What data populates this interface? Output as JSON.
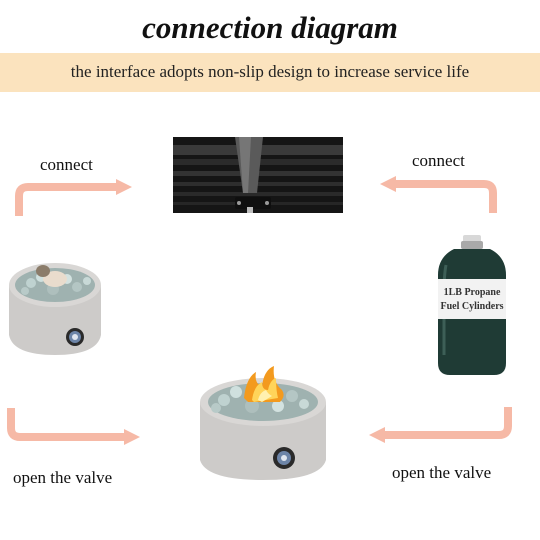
{
  "header": {
    "title": "connection diagram",
    "subtitle": "the interface adopts non-slip design to increase service life",
    "band_color": "#fbe3be"
  },
  "steps": {
    "connect_left": "connect",
    "connect_right": "connect",
    "open_valve_left": "open the valve",
    "open_valve_right": "open the valve"
  },
  "cylinder": {
    "label_line1": "1LB Propane",
    "label_line2": "Fuel Cylinders",
    "body_color": "#1f3b35"
  },
  "colors": {
    "arrow": "#f6b9a6",
    "concrete": "#cdcbc9",
    "frame": "#1c1c1c"
  },
  "items": {
    "frame": "table-frame-connector",
    "fire_pit_unlit": "fire-pit-unlit",
    "fire_pit_lit": "fire-pit-lit",
    "propane_tank": "propane-cylinder"
  }
}
